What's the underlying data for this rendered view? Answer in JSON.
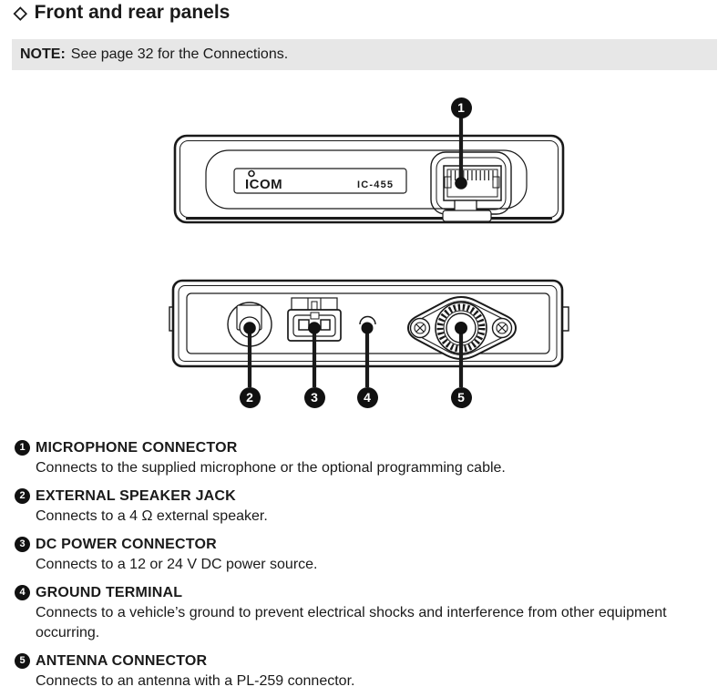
{
  "title": {
    "icon": "◇",
    "text": "Front and rear panels"
  },
  "note": {
    "label": "NOTE:",
    "text": "See page 32 for the Connections."
  },
  "device": {
    "brand": "ICOM",
    "model": "IC-455"
  },
  "items": [
    {
      "num": "1",
      "title": "MICROPHONE CONNECTOR",
      "desc": "Connects to the supplied microphone or the optional programming cable."
    },
    {
      "num": "2",
      "title": "EXTERNAL SPEAKER JACK",
      "desc": "Connects to a 4 Ω external speaker."
    },
    {
      "num": "3",
      "title": "DC POWER CONNECTOR",
      "desc": "Connects to a 12 or 24 V DC power source."
    },
    {
      "num": "4",
      "title": "GROUND TERMINAL",
      "desc": "Connects to a vehicle’s ground to prevent electrical shocks and interference from other equipment occurring."
    },
    {
      "num": "5",
      "title": "ANTENNA CONNECTOR",
      "desc": "Connects to an antenna with a PL-259 connector."
    }
  ]
}
